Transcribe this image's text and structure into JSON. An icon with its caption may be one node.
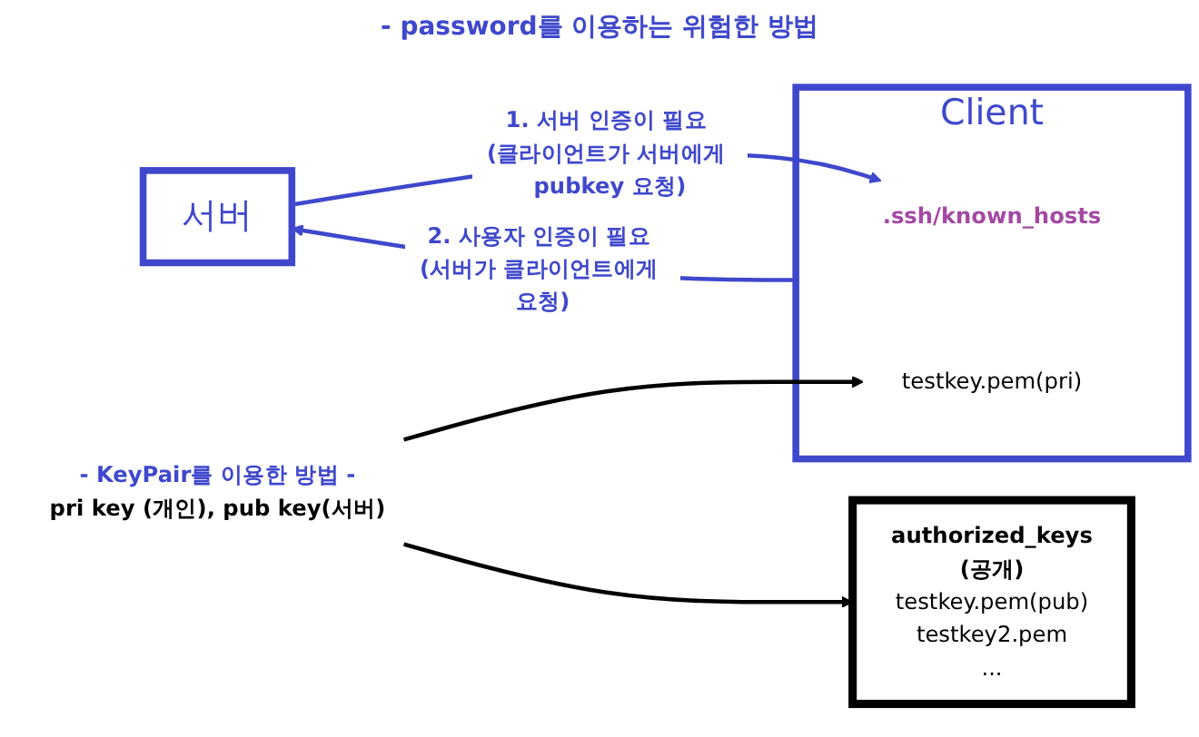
{
  "diagram": {
    "nodes": [
      {
        "text": [
          "서버"
        ]
      },
      {
        "text": [
          "Client"
        ]
      },
      {
        "text": [
          ".ssh/known_hosts"
        ],
        "in": 1
      },
      {
        "text": [
          "testkey.pem(pri)"
        ],
        "in": 1
      },
      {
        "text": [
          "authorized_keys",
          "(공개)",
          "testkey.pem(pub)",
          "testkey2.pem",
          "..."
        ]
      },
      {
        "text": [
          "- KeyPair를 이용한 방법 -",
          "pri key (개인), pub key(서버)"
        ]
      }
    ],
    "edges": [
      {
        "from": 0,
        "to": 2,
        "arrow": "to",
        "label": "1. 서버 인증이 필요 (클라이언트가 서버에게 pubkey 요청)",
        "color": "#3f48cc"
      },
      {
        "from": 1,
        "to": 0,
        "arrow": "to",
        "label": "2. 사용자 인증이 필요 (서버가 클라이언트에게 요청)",
        "color": "#3f48cc"
      },
      {
        "from": 5,
        "to": 3,
        "arrow": "to",
        "color": "#000000"
      },
      {
        "from": 5,
        "to": 4,
        "arrow": "to",
        "color": "#000000"
      }
    ],
    "labels": [
      "- password를 이용하는 위험한 방법"
    ]
  }
}
